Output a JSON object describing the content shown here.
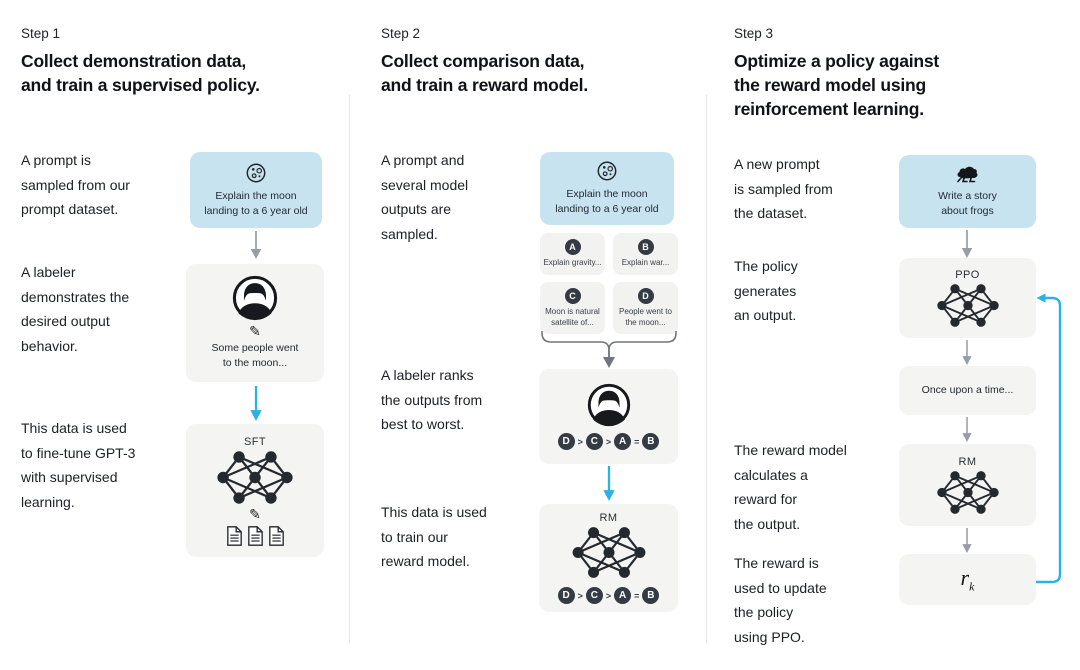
{
  "palette": {
    "prompt_box_blue": "#c8e3f0",
    "node_box_gray": "#f4f4f3",
    "accent_cyan": "#29b2e6",
    "arrow_gray": "#979da4",
    "circle_dark": "#343b44"
  },
  "icons": {
    "pencil_glyph": "✎"
  },
  "step1": {
    "label": "Step 1",
    "title": "Collect demonstration data,\nand train a supervised policy.",
    "para_prompt": "A prompt is\nsampled from our\nprompt dataset.",
    "para_labeler": "A labeler\ndemonstrates the\ndesired output\nbehavior.",
    "para_data": "This data is used\nto fine-tune GPT-3\nwith supervised\nlearning.",
    "prompt_box": "Explain the moon\nlanding to a 6 year old",
    "demo_text": "Some people went\nto the moon...",
    "model_label": "SFT"
  },
  "step2": {
    "label": "Step 2",
    "title": "Collect comparison data,\nand train a reward model.",
    "para_prompt": "A prompt and\nseveral model\noutputs are\nsampled.",
    "para_rank": "A labeler ranks\nthe outputs from\nbest to worst.",
    "para_data": "This data is used\nto train our\nreward model.",
    "prompt_box": "Explain the moon\nlanding to a 6 year old",
    "outputs": [
      {
        "key": "A",
        "text": "Explain gravity..."
      },
      {
        "key": "B",
        "text": "Explain war..."
      },
      {
        "key": "C",
        "text": "Moon is natural\nsatellite of..."
      },
      {
        "key": "D",
        "text": "People went to\nthe moon..."
      }
    ],
    "ranking": {
      "letters": [
        "D",
        "C",
        "A",
        "B"
      ],
      "ops": [
        ">",
        ">",
        "="
      ]
    },
    "model_label": "RM"
  },
  "step3": {
    "label": "Step 3",
    "title": "Optimize a policy against\nthe reward model using\nreinforcement learning.",
    "para_prompt": "A new prompt\nis sampled from\nthe dataset.",
    "para_policy": "The policy\ngenerates\nan output.",
    "para_reward": "The reward model\ncalculates a\nreward for\nthe output.",
    "para_update": "The reward is\nused to update\nthe policy\nusing PPO.",
    "prompt_box": "Write a story\nabout frogs",
    "policy_label": "PPO",
    "output_text": "Once upon a time...",
    "model_label": "RM",
    "reward_symbol": "r",
    "reward_subscript": "k"
  }
}
